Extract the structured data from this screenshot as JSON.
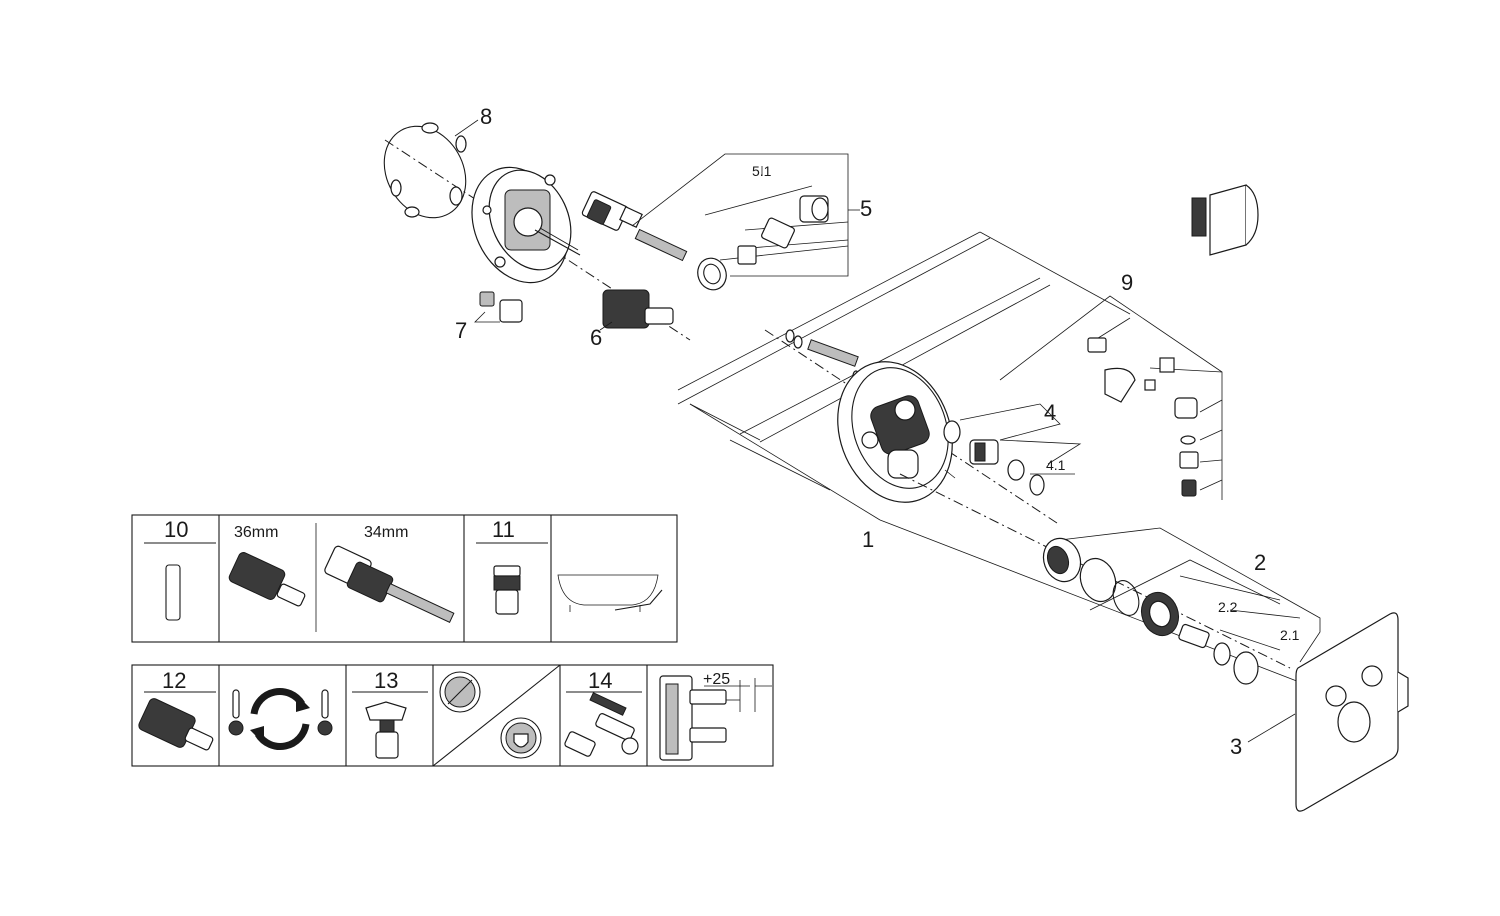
{
  "labels": {
    "p1": "1",
    "p2": "2",
    "p2_1": "2.1",
    "p2_2": "2.2",
    "p3": "3",
    "p4": "4",
    "p4_1": "4.1",
    "p5": "5",
    "p5_1": "5.1",
    "p6": "6",
    "p7": "7",
    "p8": "8",
    "p9": "9"
  },
  "table_top": {
    "cell10": "10",
    "size36": "36mm",
    "size34": "34mm",
    "cell11": "11"
  },
  "table_bottom": {
    "cell12": "12",
    "cell13": "13",
    "cell14": "14",
    "plus25": "+25"
  },
  "icons": [
    "thermometer-icon",
    "cycle-arrows-icon",
    "no-spray-icon",
    "spray-icon",
    "bathtub-icon"
  ],
  "colors": {
    "line": "#1a1a1a",
    "fill_dark": "#3a3a3a",
    "fill_grey": "#bdbdbd"
  }
}
